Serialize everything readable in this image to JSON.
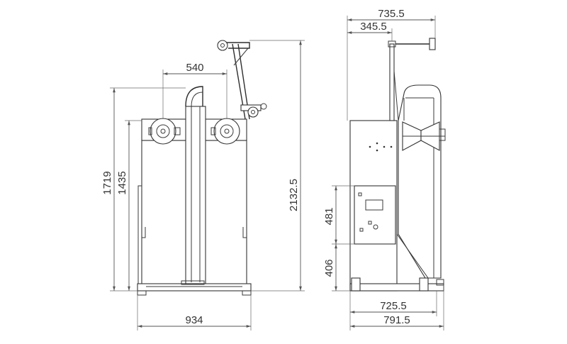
{
  "front_view": {
    "dim_width_bottom": "934",
    "dim_wheel_spacing": "540",
    "dim_height_frame": "1719",
    "dim_height_body": "1435",
    "dim_total_height": "2132.5"
  },
  "side_view": {
    "dim_top_overall": "735.5",
    "dim_top_arm": "345.5",
    "dim_panel_height": "481",
    "dim_panel_base": "406",
    "dim_base_inner": "725.5",
    "dim_base_overall": "791.5"
  },
  "colors": {
    "line": "#333333",
    "background": "#ffffff"
  }
}
